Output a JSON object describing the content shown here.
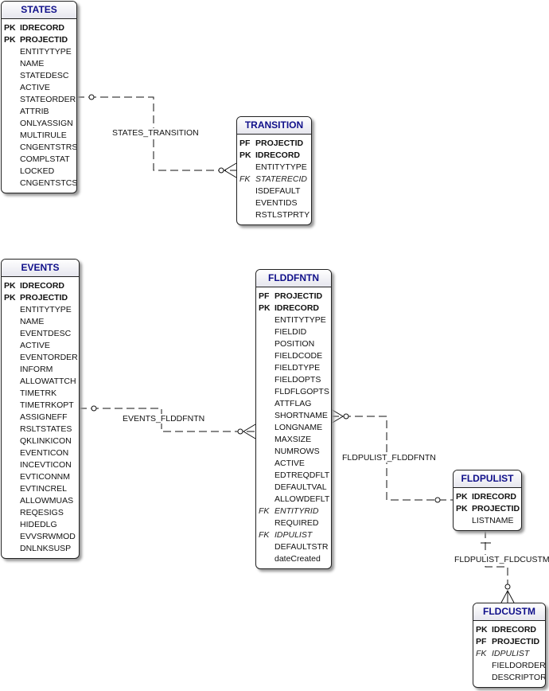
{
  "entities": [
    {
      "id": "states",
      "title": "STATES",
      "rows": [
        [
          "PK",
          "IDRECORD"
        ],
        [
          "PK",
          "PROJECTID"
        ],
        [
          "",
          "ENTITYTYPE"
        ],
        [
          "",
          "NAME"
        ],
        [
          "",
          "STATEDESC"
        ],
        [
          "",
          "ACTIVE"
        ],
        [
          "",
          "STATEORDER"
        ],
        [
          "",
          "ATTRIB"
        ],
        [
          "",
          "ONLYASSIGN"
        ],
        [
          "",
          "MULTIRULE"
        ],
        [
          "",
          "CNGENTSTRS"
        ],
        [
          "",
          "COMPLSTAT"
        ],
        [
          "",
          "LOCKED"
        ],
        [
          "",
          "CNGENTSTCS"
        ]
      ]
    },
    {
      "id": "transition",
      "title": "TRANSITION",
      "rows": [
        [
          "PF",
          "PROJECTID"
        ],
        [
          "PK",
          "IDRECORD"
        ],
        [
          "",
          "ENTITYTYPE"
        ],
        [
          "FK",
          "STATERECID"
        ],
        [
          "",
          "ISDEFAULT"
        ],
        [
          "",
          "EVENTIDS"
        ],
        [
          "",
          "RSTLSTPRTY"
        ]
      ]
    },
    {
      "id": "events",
      "title": "EVENTS",
      "rows": [
        [
          "PK",
          "IDRECORD"
        ],
        [
          "PK",
          "PROJECTID"
        ],
        [
          "",
          "ENTITYTYPE"
        ],
        [
          "",
          "NAME"
        ],
        [
          "",
          "EVENTDESC"
        ],
        [
          "",
          "ACTIVE"
        ],
        [
          "",
          "EVENTORDER"
        ],
        [
          "",
          "INFORM"
        ],
        [
          "",
          "ALLOWATTCH"
        ],
        [
          "",
          "TIMETRK"
        ],
        [
          "",
          "TIMETRKOPT"
        ],
        [
          "",
          "ASSIGNEFF"
        ],
        [
          "",
          "RSLTSTATES"
        ],
        [
          "",
          "QKLINKICON"
        ],
        [
          "",
          "EVENTICON"
        ],
        [
          "",
          "INCEVTICON"
        ],
        [
          "",
          "EVTICONNM"
        ],
        [
          "",
          "EVTINCREL"
        ],
        [
          "",
          "ALLOWMUAS"
        ],
        [
          "",
          "REQESIGS"
        ],
        [
          "",
          "HIDEDLG"
        ],
        [
          "",
          "EVVSRWMOD"
        ],
        [
          "",
          "DNLNKSUSP"
        ]
      ]
    },
    {
      "id": "flddfntn",
      "title": "FLDDFNTN",
      "rows": [
        [
          "PF",
          "PROJECTID"
        ],
        [
          "PK",
          "IDRECORD"
        ],
        [
          "",
          "ENTITYTYPE"
        ],
        [
          "",
          "FIELDID"
        ],
        [
          "",
          "POSITION"
        ],
        [
          "",
          "FIELDCODE"
        ],
        [
          "",
          "FIELDTYPE"
        ],
        [
          "",
          "FIELDOPTS"
        ],
        [
          "",
          "FLDFLGOPTS"
        ],
        [
          "",
          "ATTFLAG"
        ],
        [
          "",
          "SHORTNAME"
        ],
        [
          "",
          "LONGNAME"
        ],
        [
          "",
          "MAXSIZE"
        ],
        [
          "",
          "NUMROWS"
        ],
        [
          "",
          "ACTIVE"
        ],
        [
          "",
          "EDTREQDFLT"
        ],
        [
          "",
          "DEFAULTVAL"
        ],
        [
          "",
          "ALLOWDEFLT"
        ],
        [
          "FK",
          "ENTITYRID"
        ],
        [
          "",
          "REQUIRED"
        ],
        [
          "FK",
          "IDPULIST"
        ],
        [
          "",
          "DEFAULTSTR"
        ],
        [
          "",
          "dateCreated"
        ]
      ]
    },
    {
      "id": "fldpulist",
      "title": "FLDPULIST",
      "rows": [
        [
          "PK",
          "IDRECORD"
        ],
        [
          "PK",
          "PROJECTID"
        ],
        [
          "",
          "LISTNAME"
        ]
      ]
    },
    {
      "id": "fldcustm",
      "title": "FLDCUSTM",
      "rows": [
        [
          "PK",
          "IDRECORD"
        ],
        [
          "PF",
          "PROJECTID"
        ],
        [
          "FK",
          "IDPULIST"
        ],
        [
          "",
          "FIELDORDER"
        ],
        [
          "",
          "DESCRIPTOR"
        ]
      ]
    }
  ],
  "relationships": {
    "states_transition": "STATES_TRANSITION",
    "events_flddfntn": "EVENTS_FLDDFNTN",
    "fldpulist_flddfntn": "FLDPULIST_FLDDFNTN",
    "fldpulist_fldcustm": "FLDPULIST_FLDCUSTM"
  }
}
